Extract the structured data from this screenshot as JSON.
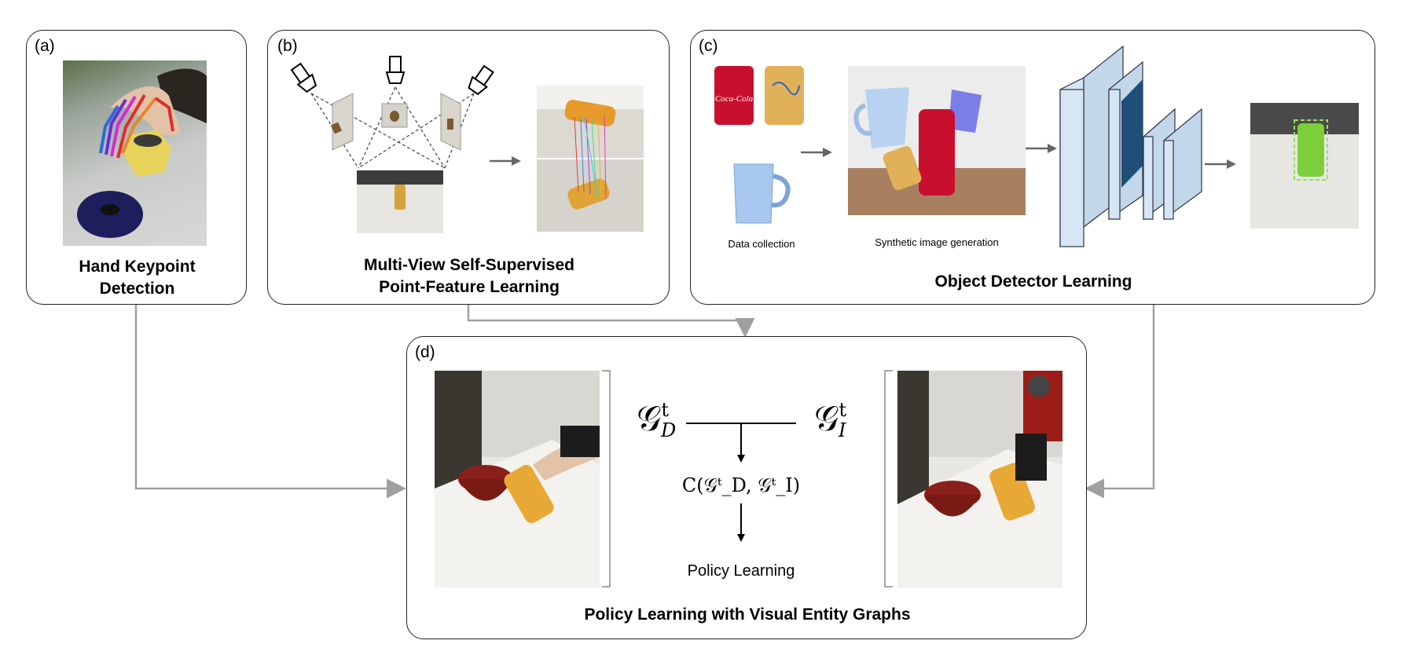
{
  "panels": {
    "a": {
      "tag": "(a)",
      "title_line1": "Hand Keypoint",
      "title_line2": "Detection"
    },
    "b": {
      "tag": "(b)",
      "title_line1": "Multi-View Self-Supervised",
      "title_line2": "Point-Feature Learning"
    },
    "c": {
      "tag": "(c)",
      "title": "Object Detector Learning",
      "label_data": "Data collection",
      "label_synth": "Synthetic image generation"
    },
    "d": {
      "tag": "(d)",
      "title": "Policy Learning with Visual Entity Graphs",
      "g_left": "𝒢",
      "g_left_sub": "D",
      "g_left_sup": "t",
      "g_right": "𝒢",
      "g_right_sub": "I",
      "g_right_sup": "t",
      "cost": "C(𝒢ᵗ_D, 𝒢ᵗ_I)",
      "policy": "Policy Learning"
    }
  },
  "colors": {
    "arrow": "#a0a0a0",
    "border": "#222222",
    "accent_blue": "#1f4e79",
    "can_red": "#c8102e",
    "box_green": "#7ccf3a"
  }
}
